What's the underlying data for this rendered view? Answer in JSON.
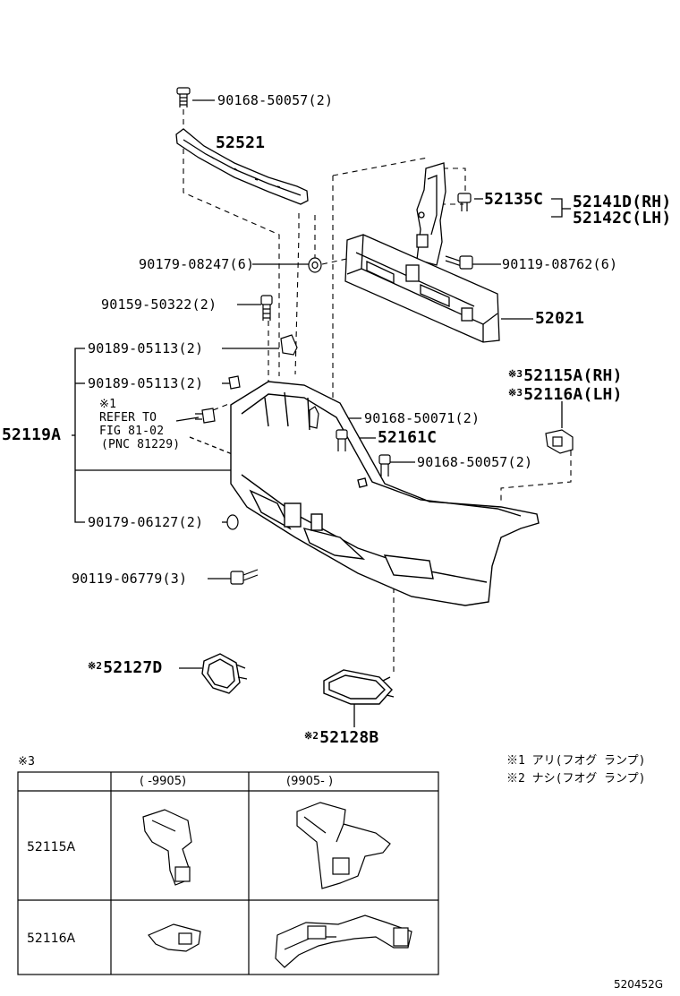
{
  "labels": {
    "bolt_top": "90168-50057(2)",
    "reinforcement": "52521",
    "bolt_52135": "52135C",
    "bracket_rh": "52141D(RH)",
    "bracket_lh": "52142C(LH)",
    "nut_08247": "90179-08247(6)",
    "bolt_08762": "90119-08762(6)",
    "bolt_50322": "90159-50322(2)",
    "absorber": "52021",
    "clip_a": "90189-05113(2)",
    "clip_b": "90189-05113(2)",
    "retainer_rh_mark": "※3",
    "retainer_rh": "52115A(RH)",
    "retainer_lh_mark": "※3",
    "retainer_lh": "52116A(LH)",
    "refer_mark": "※1",
    "refer_line1": "REFER TO",
    "refer_line2": "FIG 81-02",
    "refer_line3": "(PNC 81229)",
    "bumper_cover": "52119A",
    "bolt_50071": "90168-50071(2)",
    "bolt_52161": "52161C",
    "bolt_50057b": "90168-50057(2)",
    "nut_06127": "90179-06127(2)",
    "bolt_06779": "90119-06779(3)",
    "grille_left_mark": "※2",
    "grille_left": "52127D",
    "grille_right_mark": "※2",
    "grille_right": "52128B"
  },
  "notes": {
    "note1_mark": "※1",
    "note1_text": "アリ(フオグ ランプ)",
    "note2_mark": "※2",
    "note2_text": "ナシ(フオグ ランプ)"
  },
  "table": {
    "mark": "※3",
    "col1_header": "( -9905)",
    "col2_header": "(9905- )",
    "row1_part": "52115A",
    "row2_part": "52116A"
  },
  "figure_number": "520452G"
}
